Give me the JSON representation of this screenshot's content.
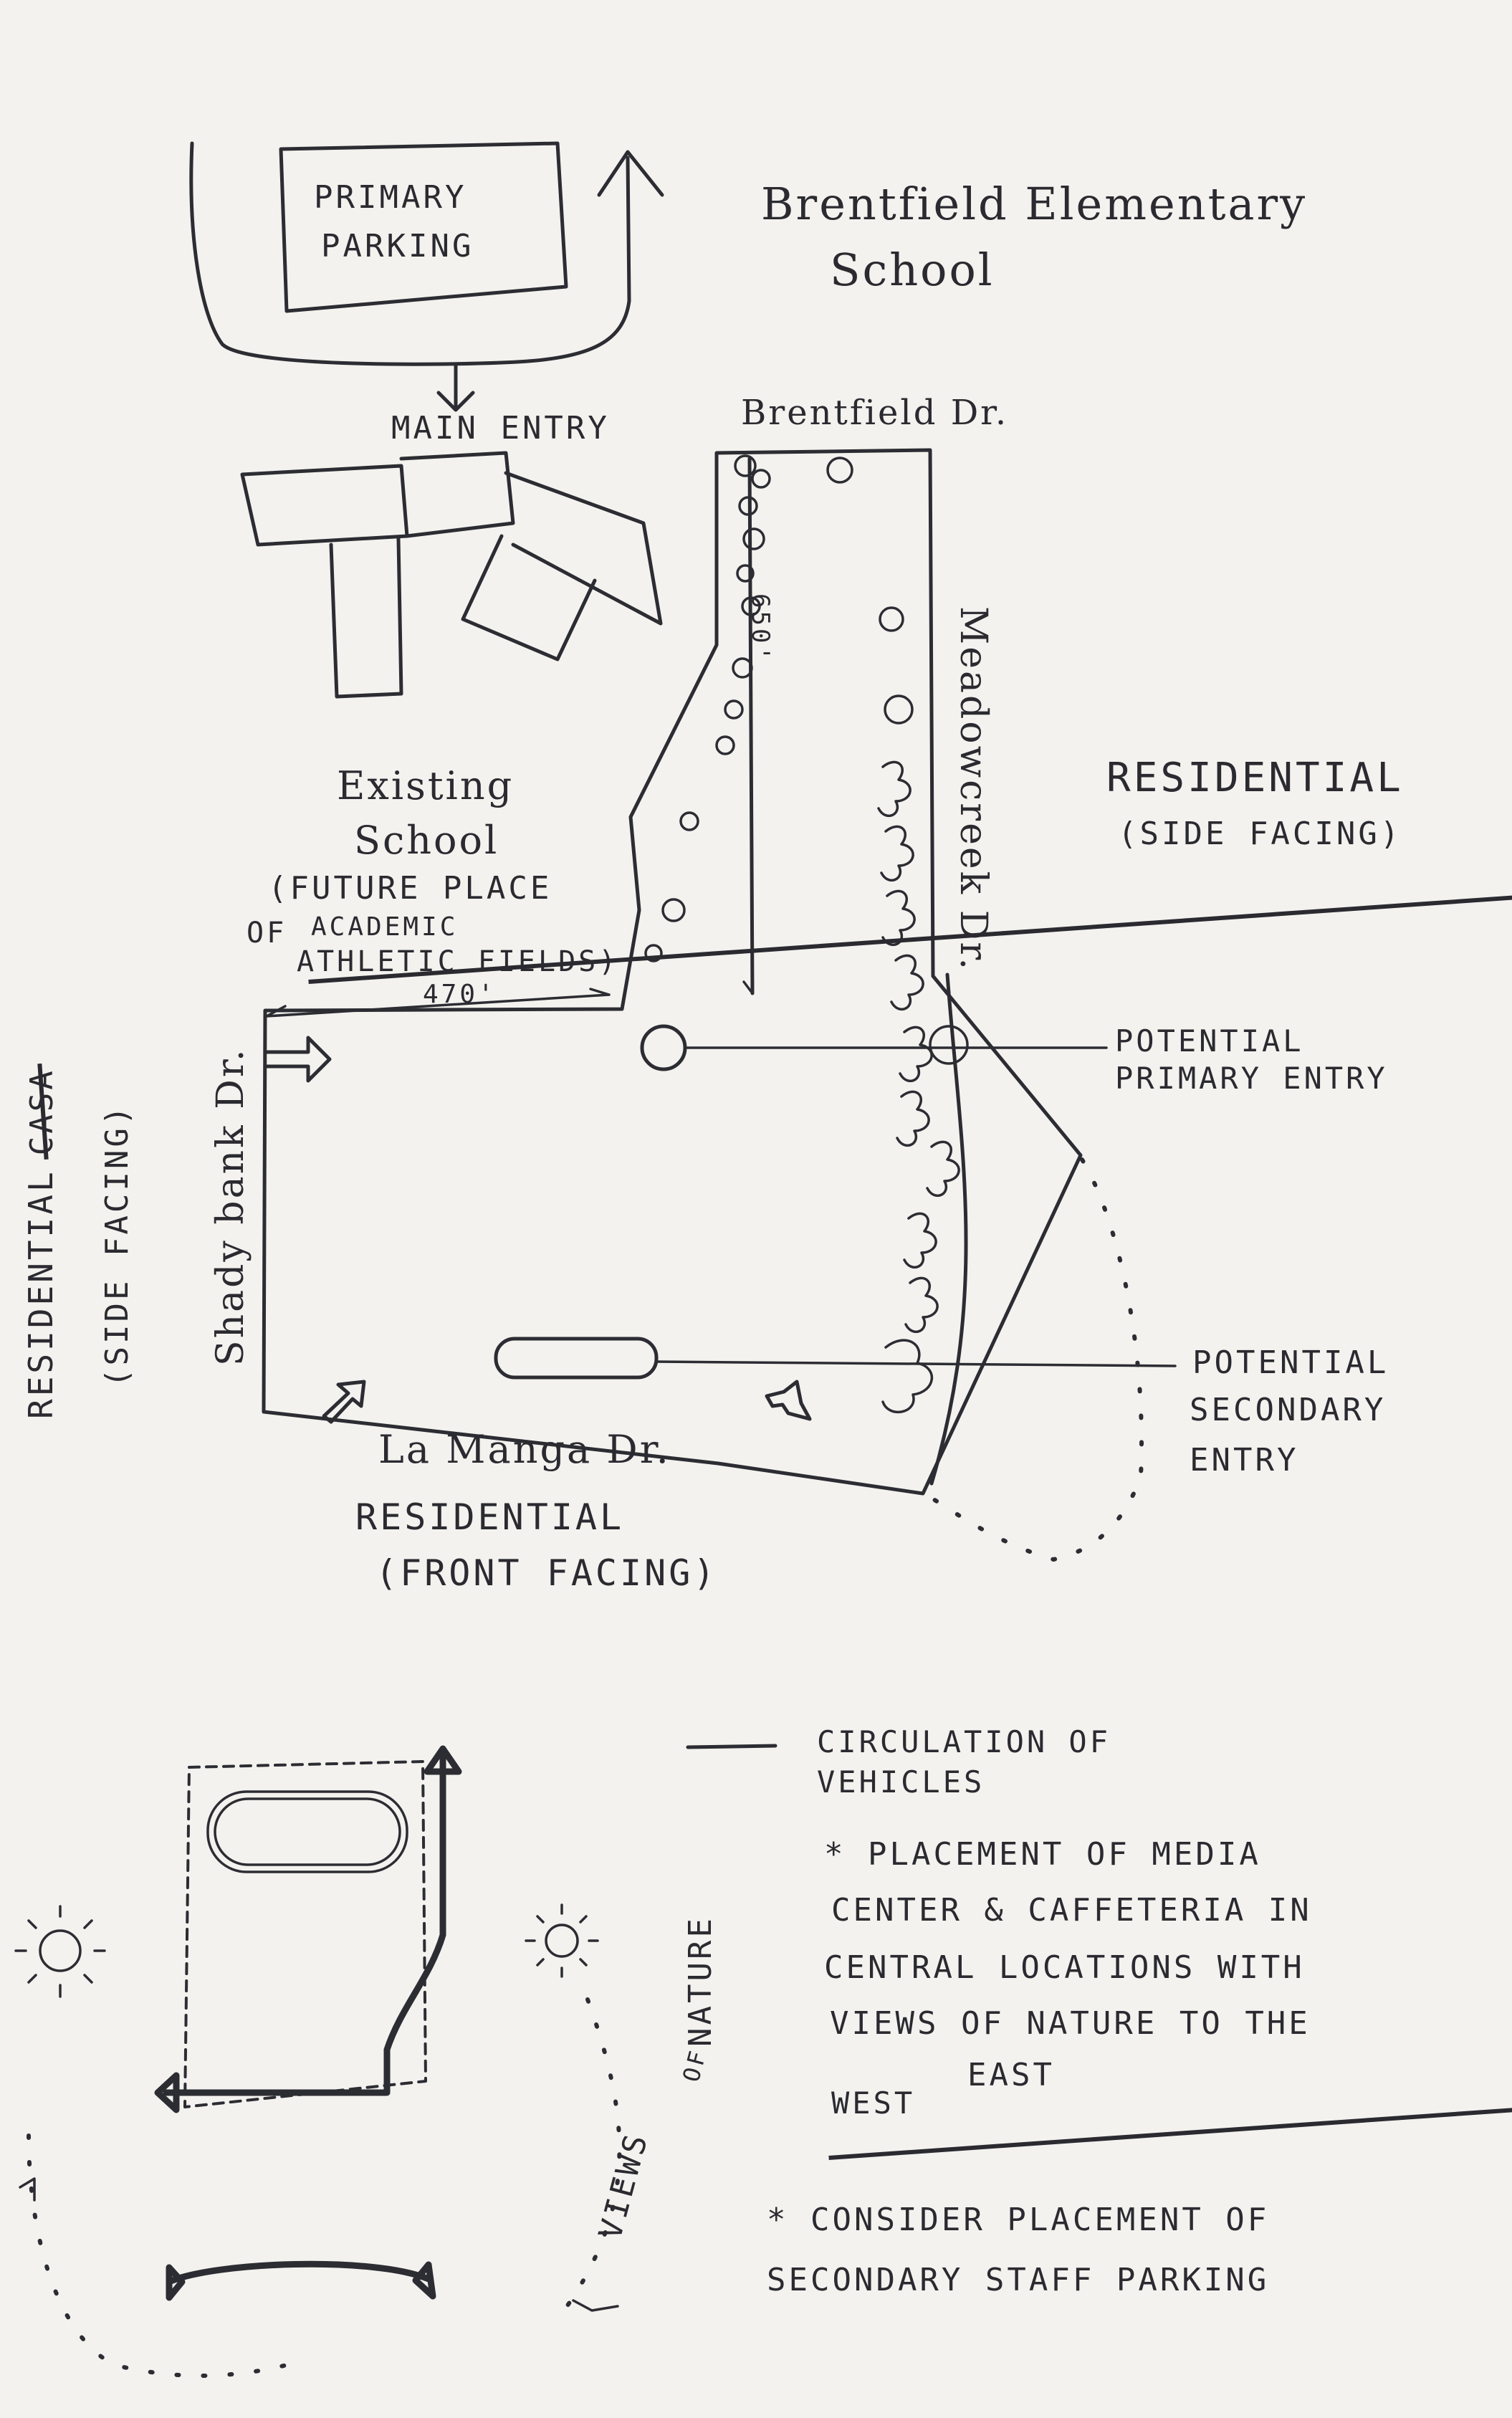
{
  "title": {
    "line1": "Brentfield Elementary",
    "line2": "School"
  },
  "labels": {
    "primary_parking_1": "PRIMARY",
    "primary_parking_2": "PARKING",
    "main_entry": "MAIN ENTRY",
    "brentfield_dr": "Brentfield Dr.",
    "meadowcreek_dr": "Meadowcreek Dr.",
    "existing_school_1": "Existing",
    "existing_school_2": "School",
    "future_place_1": "(FUTURE PLACE",
    "future_place_of": "OF",
    "future_place_struck": "ACADEMIC",
    "future_place_2": "ATHLETIC FIELDS)",
    "dimension": "470'",
    "dimension_vertical": "650'",
    "residential_east_1": "RESIDENTIAL",
    "residential_east_2": "(SIDE FACING)",
    "potential_primary_1": "POTENTIAL",
    "potential_primary_2": "PRIMARY ENTRY",
    "potential_secondary_1": "POTENTIAL",
    "potential_secondary_2": "SECONDARY",
    "potential_secondary_3": "ENTRY",
    "shady_bank": "Shady bank Dr.",
    "residential_west_prefix": "RESIDENTIAL",
    "residential_west_struck": "CASA",
    "residential_west_2": "(SIDE FACING)",
    "la_manga": "La Manga Dr.",
    "residential_south_1": "RESIDENTIAL",
    "residential_south_2": "(FRONT FACING)",
    "views_of": "VIEWS",
    "views_of_small": "OF",
    "views_nature": "NATURE"
  },
  "notes": {
    "legend_line": "CIRCULATION OF",
    "legend_line_2": "VEHICLES",
    "note1_1": "* PLACEMENT OF MEDIA",
    "note1_2": "CENTER & CAFFETERIA IN",
    "note1_3": "CENTRAL LOCATIONS WITH",
    "note1_4": "VIEWS OF NATURE TO THE",
    "note1_5_struck": "WEST",
    "note1_5": "EAST",
    "note2_1": "* CONSIDER PLACEMENT OF",
    "note2_2": "SECONDARY STAFF PARKING"
  },
  "colors": {
    "paper": "#f3f2ee",
    "ink": "#2c2c33"
  }
}
